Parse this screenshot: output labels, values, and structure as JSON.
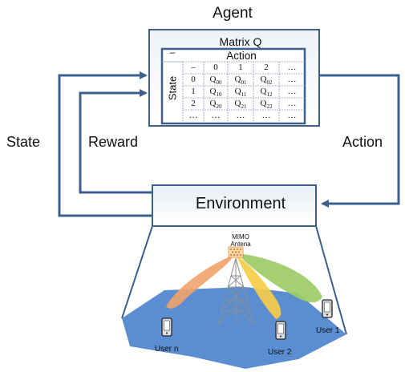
{
  "agent": {
    "title": "Agent",
    "matrix_title": "Matrix Q",
    "dash": "–",
    "action_header": "Action",
    "state_header": "State",
    "columns": [
      "–",
      "0",
      "1",
      "2",
      "…"
    ],
    "rows": [
      {
        "label": "0",
        "cells": [
          {
            "b": "Q",
            "s": "00"
          },
          {
            "b": "Q",
            "s": "01"
          },
          {
            "b": "Q",
            "s": "02"
          },
          {
            "b": "…",
            "s": ""
          }
        ]
      },
      {
        "label": "1",
        "cells": [
          {
            "b": "Q",
            "s": "10"
          },
          {
            "b": "Q",
            "s": "11"
          },
          {
            "b": "Q",
            "s": "12"
          },
          {
            "b": "…",
            "s": ""
          }
        ]
      },
      {
        "label": "2",
        "cells": [
          {
            "b": "Q",
            "s": "20"
          },
          {
            "b": "Q",
            "s": "21"
          },
          {
            "b": "Q",
            "s": "22"
          },
          {
            "b": "…",
            "s": ""
          }
        ]
      },
      {
        "label": "…",
        "cells": [
          {
            "b": "…",
            "s": ""
          },
          {
            "b": "…",
            "s": ""
          },
          {
            "b": "…",
            "s": ""
          },
          {
            "b": "…",
            "s": ""
          }
        ]
      }
    ]
  },
  "labels": {
    "state": "State",
    "reward": "Reward",
    "action": "Action"
  },
  "environment": {
    "title": "Environment",
    "antenna_line1": "MIMO",
    "antenna_line2": "Antena",
    "users": [
      "User n",
      "User 2",
      "User 1"
    ]
  },
  "colors": {
    "frame_blue": "#3c5f8c",
    "ground_blue": "#5b8ed1",
    "beam_orange": "#f0a36a",
    "beam_yellow": "#f6cc48",
    "beam_green": "#9ccc65",
    "antenna_orange": "#e88a2c"
  }
}
